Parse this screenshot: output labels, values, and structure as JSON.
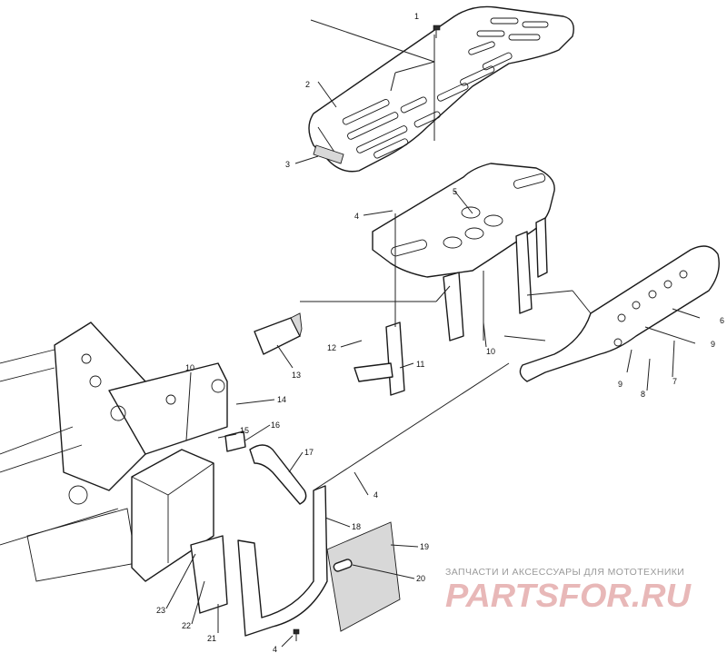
{
  "diagram": {
    "callouts": [
      "1",
      "2",
      "3",
      "4",
      "5",
      "4",
      "6",
      "9",
      "9",
      "8",
      "7",
      "10",
      "10",
      "11",
      "12",
      "13",
      "14",
      "15",
      "16",
      "17",
      "18",
      "19",
      "20",
      "21",
      "22",
      "23",
      "4"
    ]
  },
  "watermark": {
    "tagline": "ЗАПЧАСТИ И АКСЕССУАРЫ ДЛЯ МОТОТЕХНИКИ",
    "logo_text": "PARTSFOR.RU",
    "color": "#e8b8b8"
  }
}
